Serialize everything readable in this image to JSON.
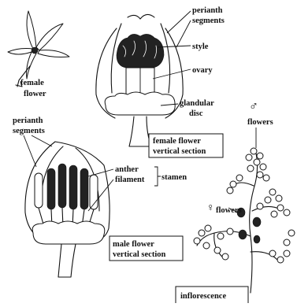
{
  "female_flower": {
    "line1": "female",
    "line2": "flower"
  },
  "perianth_top": {
    "line1": "perianth",
    "line2": "segments"
  },
  "style_label": "style",
  "ovary_label": "ovary",
  "glandular": {
    "line1": "glandular",
    "line2": "disc"
  },
  "male_symbol": "♂",
  "male_flowers_label": "flowers",
  "perianth_left": {
    "line1": "perianth",
    "line2": "segments"
  },
  "female_section": {
    "line1": "female flower",
    "line2": "vertical section"
  },
  "anther_label": "anther",
  "filament_label": "filament",
  "stamen_label": "stamen",
  "female_symbol": "♀",
  "female_flowers_label": "flowers",
  "male_section": {
    "line1": "male flower",
    "line2": "vertical section"
  },
  "inflorescence_label": "inflorescence"
}
